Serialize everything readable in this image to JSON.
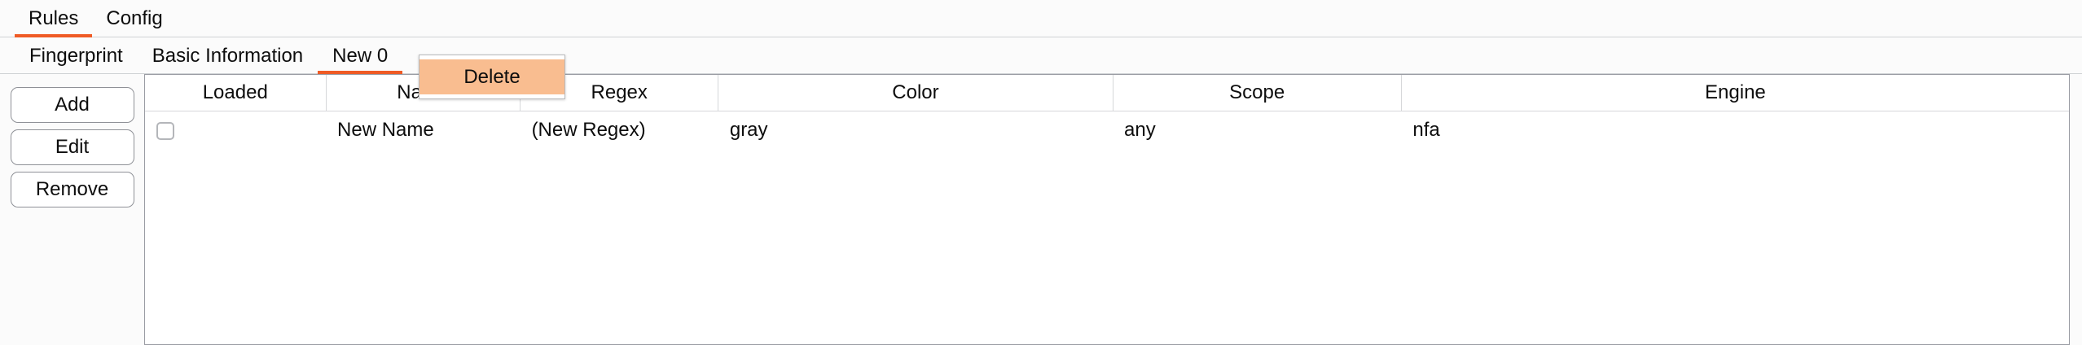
{
  "primary_tabs": [
    {
      "label": "Rules",
      "active": true
    },
    {
      "label": "Config",
      "active": false
    }
  ],
  "secondary_tabs": [
    {
      "label": "Fingerprint",
      "active": false
    },
    {
      "label": "Basic Information",
      "active": false
    },
    {
      "label": "New 0",
      "active": true
    }
  ],
  "context_menu": {
    "items": [
      {
        "label": "Delete",
        "highlighted": true
      }
    ]
  },
  "side_buttons": [
    {
      "label": "Add"
    },
    {
      "label": "Edit"
    },
    {
      "label": "Remove"
    }
  ],
  "table": {
    "columns": [
      "Loaded",
      "Name",
      "Regex",
      "Color",
      "Scope",
      "Engine"
    ],
    "rows": [
      {
        "loaded": false,
        "name": "New Name",
        "regex": "(New Regex)",
        "color": "gray",
        "scope": "any",
        "engine": "nfa"
      }
    ]
  },
  "theme": {
    "accent": "#ef5b25",
    "menu_highlight": "#f9bd90",
    "border": "#9a9ca3",
    "background": "#fbfbfb"
  }
}
